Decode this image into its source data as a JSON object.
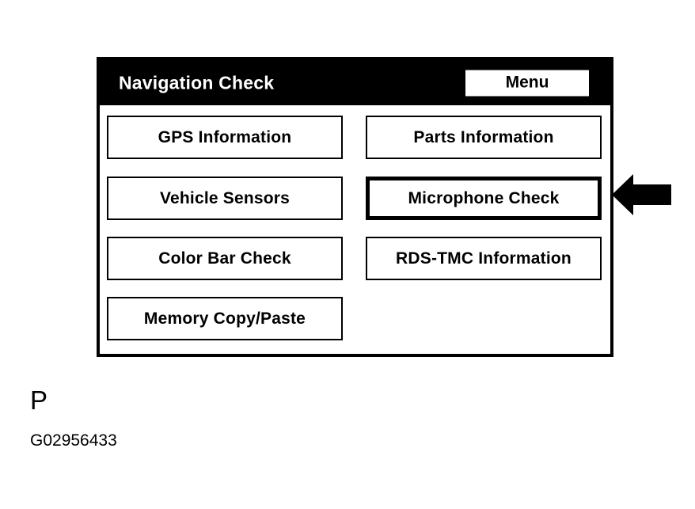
{
  "screen": {
    "title": "Navigation Check",
    "menu_button_label": "Menu",
    "buttons": [
      {
        "label": "GPS Information",
        "column": "left",
        "row": 1,
        "selected": false
      },
      {
        "label": "Parts Information",
        "column": "right",
        "row": 1,
        "selected": false
      },
      {
        "label": "Vehicle Sensors",
        "column": "left",
        "row": 2,
        "selected": false
      },
      {
        "label": "Microphone Check",
        "column": "right",
        "row": 2,
        "selected": true
      },
      {
        "label": "Color Bar Check",
        "column": "left",
        "row": 3,
        "selected": false
      },
      {
        "label": "RDS-TMC Information",
        "column": "right",
        "row": 3,
        "selected": false
      },
      {
        "label": "Memory Copy/Paste",
        "column": "left",
        "row": 4,
        "selected": false
      }
    ]
  },
  "annotation": {
    "arrow_icon": "arrow-left-icon",
    "arrow_points_to": "Microphone Check"
  },
  "caption": {
    "letter": "P",
    "figure_code": "G02956433"
  },
  "colors": {
    "ink": "#000000",
    "paper": "#ffffff",
    "title_bar_background": "#000000",
    "title_bar_text": "#ffffff"
  }
}
